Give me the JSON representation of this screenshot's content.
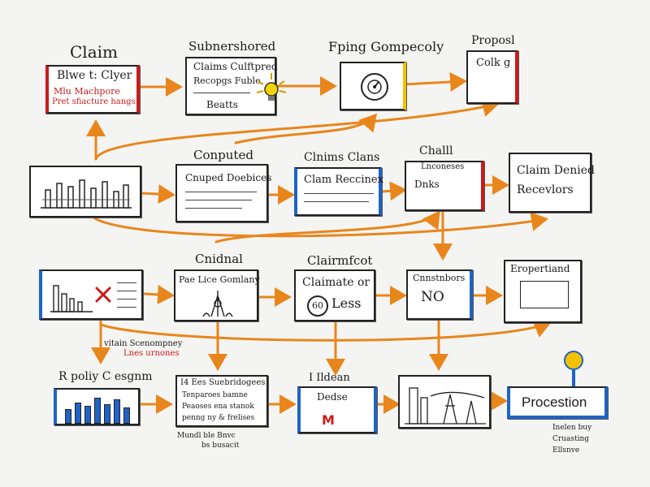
{
  "colors": {
    "arrow": "#e8861c",
    "accent_blue": "#1f63c6",
    "accent_red": "#cc1b1b",
    "accent_yellow": "#f2c200",
    "ink": "#1b1b1b"
  },
  "row1": {
    "claim_label": "Claim",
    "claim_box_title": "Blwe t: Clyer",
    "claim_box_line1": "Mlu Machpore",
    "claim_box_line2": "Pret sfiacture hangs",
    "submitted_label": "Subnershored",
    "submitted_box_title": "Claims Culftpred",
    "submitted_box_line1": "Recopgs Fuble",
    "submitted_box_line2": "Beatts",
    "fixing_label": "Fping Gompecoly",
    "proposal_label": "Proposl",
    "proposal_box_text": "Colk g"
  },
  "row2": {
    "computed_label": "Conputed",
    "computed_box_text": "Cnuped Doebices",
    "claims_label": "Clnims Clans",
    "claims_box_text": "Clam Reccinex",
    "chall_label": "Challl",
    "chall_box_title": "Lnconeses",
    "chall_box_text": "Dnks",
    "denied_line1": "Claim Denied",
    "denied_line2": "Recevlors"
  },
  "row3": {
    "critical_label": "Cnidnal",
    "critical_box_text": "Pae Lice Gomlany",
    "claimfact_label": "Clairmfcot",
    "claimfact_box_line1": "Claimate or",
    "claimfact_box_badge": "60",
    "claimfact_box_line2": "Less",
    "contributors_box_title": "Cnnstnbors",
    "contributors_box_text": "NO",
    "experiment_box_title": "Eropertiand"
  },
  "row4": {
    "annot_line1": "vitain Scenompney",
    "annot_line2": "Lnes urnones",
    "policy_label": "R poliy C esgnm",
    "subcom_box_line1": "I4 Ees Suebridogees",
    "subcom_box_line2": "Tenparoes bamne",
    "subcom_box_line3": "Peaoses ena stanok",
    "subcom_box_line4": "penng ny & frelises",
    "subcom_note1": "Mundl ble Bnvc",
    "subcom_note2": "bs busacit",
    "decide_label": "I Ildean",
    "decide_box_text": "Dedse",
    "procession_box_text": "Procestion",
    "procession_note1": "Inelen buy",
    "procession_note2": "Cruasting",
    "procession_note3": "Ellsnve"
  },
  "icons": [
    "gauge-icon",
    "gear-icon",
    "close-x-icon",
    "cityscape-icon",
    "bar-chart-icon",
    "lightbulb-icon"
  ]
}
